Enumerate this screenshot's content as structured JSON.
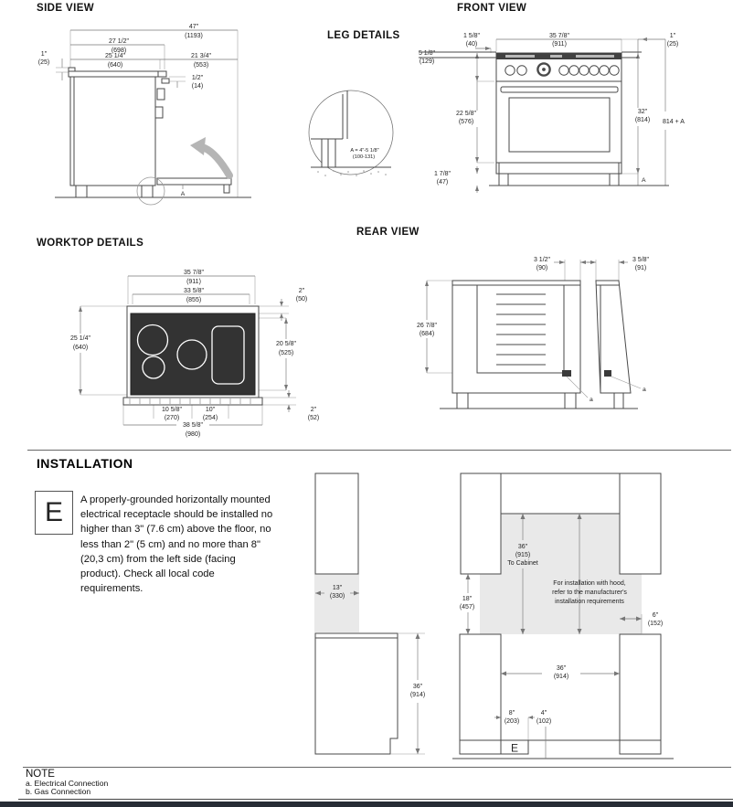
{
  "colors": {
    "bottom_bar": "#272c35",
    "shade_gray": "#e9e9e9",
    "cooktop_black": "#333333",
    "rotate_arrow": "#b5b5b5"
  },
  "side_view": {
    "title": "SIDE VIEW",
    "dims": [
      {
        "in": "47\"",
        "mm": "(1193)"
      },
      {
        "in": "27 1/2\"",
        "mm": "(698)"
      },
      {
        "in": "1\"",
        "mm": "(25)"
      },
      {
        "in": "25 1/4\"",
        "mm": "(640)"
      },
      {
        "in": "21 3/4\"",
        "mm": "(553)"
      },
      {
        "in": "1/2\"",
        "mm": "(14)"
      }
    ],
    "leg_label": "A"
  },
  "leg_details": {
    "title": "LEG DETAILS",
    "formula_line1": "A = 4\"-5 1/8\"",
    "formula_line2": "(100-131)"
  },
  "front_view": {
    "title": "FRONT VIEW",
    "dims": [
      {
        "in": "1 5/8\"",
        "mm": "(40)"
      },
      {
        "in": "35 7/8\"",
        "mm": "(911)"
      },
      {
        "in": "1\"",
        "mm": "(25)"
      },
      {
        "in": "5 1/8\"",
        "mm": "(129)"
      },
      {
        "in": "22 5/8\"",
        "mm": "(576)"
      },
      {
        "in": "1 7/8\"",
        "mm": "(47)"
      },
      {
        "in": "32\"",
        "mm": "(814)"
      }
    ],
    "total_label": "814 + A",
    "leg_label": "A"
  },
  "worktop": {
    "title": "WORKTOP DETAILS",
    "dims": [
      {
        "in": "35 7/8\"",
        "mm": "(911)"
      },
      {
        "in": "33 5/8\"",
        "mm": "(855)"
      },
      {
        "in": "2\"",
        "mm": "(50)"
      },
      {
        "in": "25 1/4\"",
        "mm": "(640)"
      },
      {
        "in": "20 5/8\"",
        "mm": "(525)"
      },
      {
        "in": "10 5/8\"",
        "mm": "(270)"
      },
      {
        "in": "10\"",
        "mm": "(254)"
      },
      {
        "in": "2\"",
        "mm": "(52)"
      },
      {
        "in": "38 5/8\"",
        "mm": "(980)"
      }
    ]
  },
  "rear_view": {
    "title": "REAR VIEW",
    "dims": [
      {
        "in": "3 1/2\"",
        "mm": "(90)"
      },
      {
        "in": "3 5/8\"",
        "mm": "(91)"
      },
      {
        "in": "26 7/8\"",
        "mm": "(684)"
      }
    ],
    "conn_label": "a"
  },
  "installation": {
    "title": "INSTALLATION",
    "symbol": "E",
    "body": "A properly-grounded horizontally mounted electrical receptacle should be installed no higher than 3\" (7.6 cm) above the floor, no less than 2\" (5 cm) and no more than 8\" (20,3 cm) from the left side (facing product). Check all local code requirements.",
    "left_diagram": {
      "dims": [
        {
          "in": "13\"",
          "mm": "(330)"
        },
        {
          "in": "36\"",
          "mm": "(914)"
        }
      ]
    },
    "right_diagram": {
      "to_cabinet": {
        "in": "36\"",
        "mm": "(915)",
        "label": "To Cabinet"
      },
      "hood_note": [
        "For installation with hood,",
        "refer to the manufacturer's",
        "installation requirements"
      ],
      "dims": [
        {
          "in": "18\"",
          "mm": "(457)"
        },
        {
          "in": "6\"",
          "mm": "(152)"
        },
        {
          "in": "36\"",
          "mm": "(914)"
        },
        {
          "in": "8\"",
          "mm": "(203)"
        },
        {
          "in": "4\"",
          "mm": "(102)"
        }
      ],
      "symbol": "E"
    }
  },
  "note": {
    "title": "NOTE",
    "items": [
      "a. Electrical Connection",
      "b. Gas Connection"
    ]
  }
}
